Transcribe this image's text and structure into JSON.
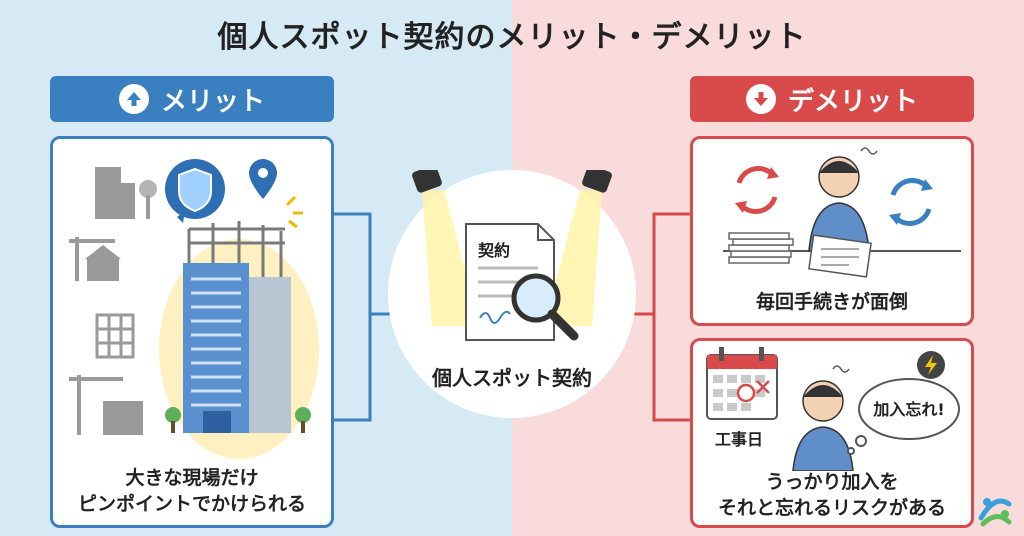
{
  "title": "個人スポット契約のメリット・デメリット",
  "merit": {
    "header": "メリット",
    "caption_line1": "大きな現場だけ",
    "caption_line2": "ピンポイントでかけられる"
  },
  "center": {
    "doc_label": "契約",
    "label": "個人スポット契約"
  },
  "demerit": {
    "header": "デメリット",
    "item1_caption": "毎回手続きが面倒",
    "item2_calendar_label": "工事日",
    "item2_bubble": "加入忘れ!",
    "item2_caption_line1": "うっかり加入を",
    "item2_caption_line2": "それと忘れるリスクがある"
  },
  "colors": {
    "merit_blue": "#3a80c1",
    "demerit_red": "#d94a4a",
    "bg_left": "#d6eaf6",
    "bg_right": "#f9dbdc"
  }
}
